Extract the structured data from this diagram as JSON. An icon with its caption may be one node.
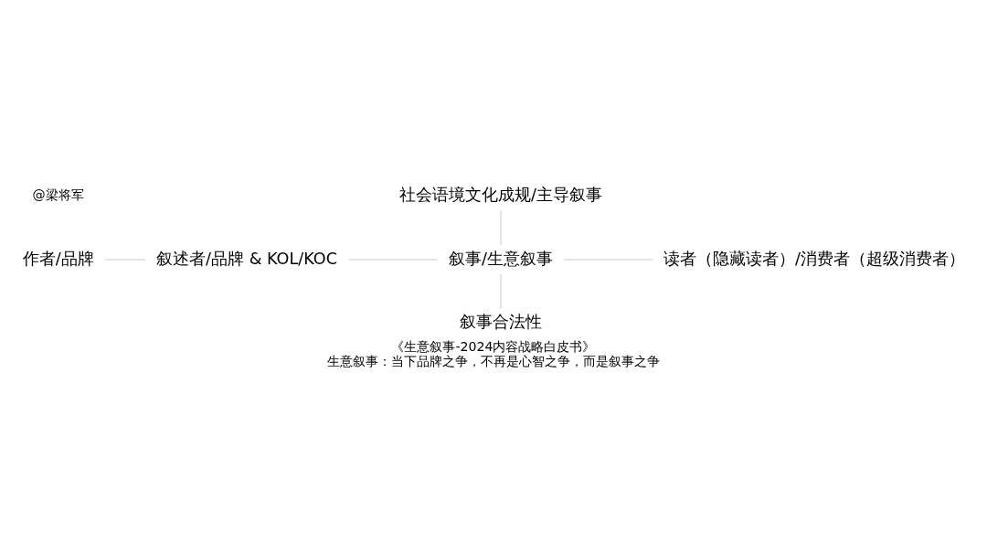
{
  "diagram": {
    "title": "《生意叙事-2024内容战略白皮书》",
    "caption": "生意叙事：当下品牌之争，不再是心智之争，而是叙事之争",
    "nodes": [
      {
        "text": [
          "社会语境文化成规/主导叙事"
        ]
      },
      {
        "text": [
          "作者/品牌"
        ]
      },
      {
        "text": [
          "叙述者/品牌 & KOL/KOC"
        ]
      },
      {
        "text": [
          "叙事/生意叙事"
        ]
      },
      {
        "text": [
          "读者（隐藏读者）/消费者（超级消费者）"
        ]
      },
      {
        "text": [
          "叙事合法性"
        ]
      }
    ],
    "edges": [
      {
        "from": 0,
        "to": 3,
        "arrow": "none"
      },
      {
        "from": 1,
        "to": 2,
        "arrow": "none"
      },
      {
        "from": 2,
        "to": 3,
        "arrow": "none"
      },
      {
        "from": 3,
        "to": 4,
        "arrow": "none"
      },
      {
        "from": 3,
        "to": 5,
        "arrow": "none"
      }
    ],
    "labels": [
      "@梁将军"
    ]
  }
}
